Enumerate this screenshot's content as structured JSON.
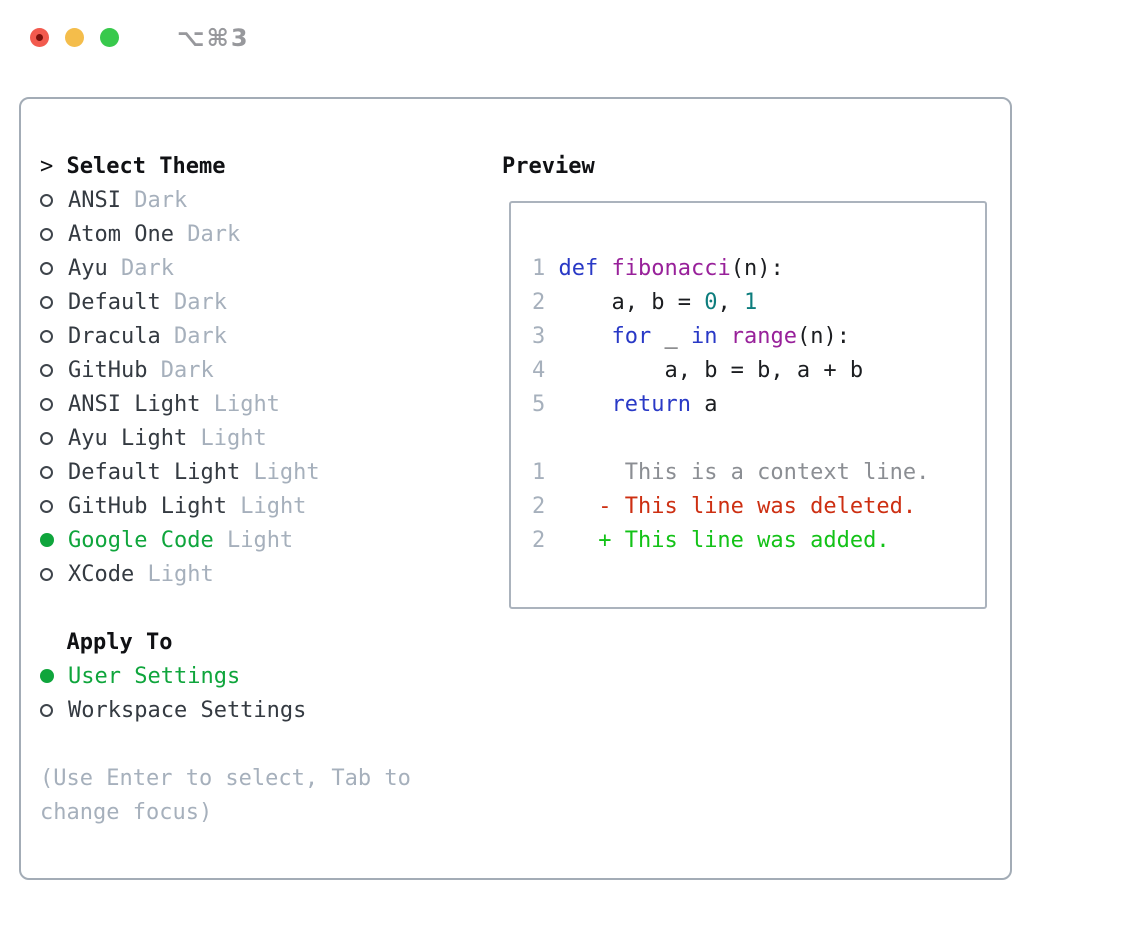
{
  "window": {
    "title": "⌥⌘3",
    "buttons": {
      "close": "close",
      "minimize": "minimize",
      "zoom": "zoom"
    }
  },
  "palette": {
    "heading": "#101114",
    "text": "#343a41",
    "muted": "#a6b0bc",
    "selected_green": "#0fa53c",
    "keyword": "#2939c6",
    "function": "#98219a",
    "number": "#0d7d7d",
    "plain": "#1b1d20",
    "lineno": "#a6b0bc",
    "diff_context": "#8b8e93",
    "diff_deleted": "#cd2f12",
    "diff_added": "#13c217",
    "panel_border": "#a3acb6",
    "preview_border": "#abb3bd",
    "accent_red": "#f25a4e",
    "accent_yellow": "#f4bd4b",
    "accent_green": "#38c94c"
  },
  "theme_list": {
    "prompt": ">",
    "title": "Select Theme",
    "items": [
      {
        "name": "ANSI",
        "variant": "Dark",
        "selected": false
      },
      {
        "name": "Atom One",
        "variant": "Dark",
        "selected": false
      },
      {
        "name": "Ayu",
        "variant": "Dark",
        "selected": false
      },
      {
        "name": "Default",
        "variant": "Dark",
        "selected": false
      },
      {
        "name": "Dracula",
        "variant": "Dark",
        "selected": false
      },
      {
        "name": "GitHub",
        "variant": "Dark",
        "selected": false
      },
      {
        "name": "ANSI Light",
        "variant": "Light",
        "selected": false
      },
      {
        "name": "Ayu Light",
        "variant": "Light",
        "selected": false
      },
      {
        "name": "Default Light",
        "variant": "Light",
        "selected": false
      },
      {
        "name": "GitHub Light",
        "variant": "Light",
        "selected": false
      },
      {
        "name": "Google Code",
        "variant": "Light",
        "selected": true
      },
      {
        "name": "XCode",
        "variant": "Light",
        "selected": false
      }
    ]
  },
  "apply_to": {
    "title": "Apply To",
    "items": [
      {
        "name": "User Settings",
        "selected": true
      },
      {
        "name": "Workspace Settings",
        "selected": false
      }
    ]
  },
  "hint": {
    "lines": [
      "(Use Enter to select, Tab to",
      "change focus)"
    ]
  },
  "preview": {
    "title": "Preview",
    "code_lines": [
      {
        "num": "1",
        "segments": [
          {
            "t": "def ",
            "c": "keyword"
          },
          {
            "t": "fibonacci",
            "c": "function"
          },
          {
            "t": "(n):",
            "c": "plain"
          }
        ]
      },
      {
        "num": "2",
        "segments": [
          {
            "t": "    a, b = ",
            "c": "plain"
          },
          {
            "t": "0",
            "c": "number"
          },
          {
            "t": ", ",
            "c": "plain"
          },
          {
            "t": "1",
            "c": "number"
          }
        ]
      },
      {
        "num": "3",
        "segments": [
          {
            "t": "    ",
            "c": "plain"
          },
          {
            "t": "for",
            "c": "keyword"
          },
          {
            "t": " _ ",
            "c": "plain"
          },
          {
            "t": "in",
            "c": "keyword"
          },
          {
            "t": " ",
            "c": "plain"
          },
          {
            "t": "range",
            "c": "function"
          },
          {
            "t": "(n):",
            "c": "plain"
          }
        ]
      },
      {
        "num": "4",
        "segments": [
          {
            "t": "        a, b = b, a + b",
            "c": "plain"
          }
        ]
      },
      {
        "num": "5",
        "segments": [
          {
            "t": "    ",
            "c": "plain"
          },
          {
            "t": "return",
            "c": "keyword"
          },
          {
            "t": " a",
            "c": "plain"
          }
        ]
      }
    ],
    "diff_lines": [
      {
        "num": "1",
        "marker": " ",
        "text": "This is a context line.",
        "type": "context"
      },
      {
        "num": "2",
        "marker": "-",
        "text": "This line was deleted.",
        "type": "deleted"
      },
      {
        "num": "2",
        "marker": "+",
        "text": "This line was added.",
        "type": "added"
      }
    ]
  }
}
